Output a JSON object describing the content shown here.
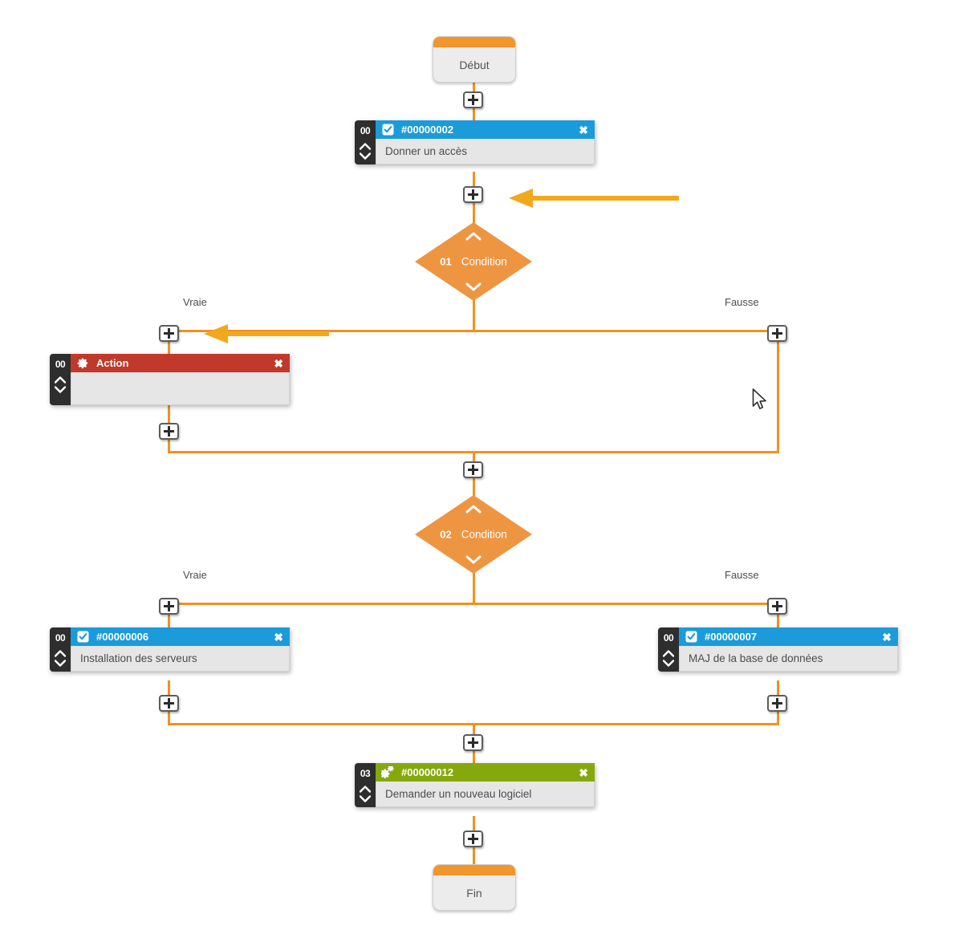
{
  "diagram": {
    "title": "Workflow editor canvas",
    "colors": {
      "connector": "#f0921e",
      "terminator_cap": "#f2952a",
      "condition_fill": "#ee9541",
      "task_header": "#1b9bda",
      "action_header": "#c0392b",
      "request_header": "#85a80d",
      "rail": "#2e2e2e",
      "annotation_arrow": "#f2a81d"
    },
    "terminators": [
      {
        "name": "start",
        "label": "Début"
      },
      {
        "name": "end",
        "label": "Fin"
      }
    ],
    "conditions": [
      {
        "index": "01",
        "label": "Condition",
        "true_label": "Vraie",
        "false_label": "Fausse"
      },
      {
        "index": "02",
        "label": "Condition",
        "true_label": "Vraie",
        "false_label": "Fausse"
      }
    ],
    "cards": [
      {
        "id": "task-00000002",
        "index": "00",
        "icon": "checkbox-icon",
        "title": "#00000002",
        "content": "Donner un accès",
        "close": "✖",
        "header_color": "#1b9bda"
      },
      {
        "id": "action-node",
        "index": "00",
        "icon": "gear-icon",
        "title": "Action",
        "content": "",
        "close": "✖",
        "header_color": "#c0392b"
      },
      {
        "id": "task-00000006",
        "index": "00",
        "icon": "checkbox-icon",
        "title": "#00000006",
        "content": "Installation des serveurs",
        "close": "✖",
        "header_color": "#1b9bda"
      },
      {
        "id": "task-00000007",
        "index": "00",
        "icon": "checkbox-icon",
        "title": "#00000007",
        "content": "MAJ de la base de données",
        "close": "✖",
        "header_color": "#1b9bda"
      },
      {
        "id": "request-00000012",
        "index": "03",
        "icon": "gears-icon",
        "title": "#00000012",
        "content": "Demander un nouveau logiciel",
        "close": "✖",
        "header_color": "#85a80d"
      }
    ],
    "add_buttons": [
      {
        "name": "add-after-start"
      },
      {
        "name": "add-after-task-00000002"
      },
      {
        "name": "add-branch-true-1"
      },
      {
        "name": "add-after-action"
      },
      {
        "name": "add-branch-false-1"
      },
      {
        "name": "add-after-merge-1"
      },
      {
        "name": "add-branch-true-2"
      },
      {
        "name": "add-branch-false-2"
      },
      {
        "name": "add-after-task-00000006"
      },
      {
        "name": "add-after-task-00000007"
      },
      {
        "name": "add-after-merge-2"
      },
      {
        "name": "add-before-end"
      }
    ],
    "annotations": [
      {
        "name": "annotation-arrow-upper",
        "direction": "left"
      },
      {
        "name": "annotation-arrow-lower",
        "direction": "left"
      }
    ]
  }
}
